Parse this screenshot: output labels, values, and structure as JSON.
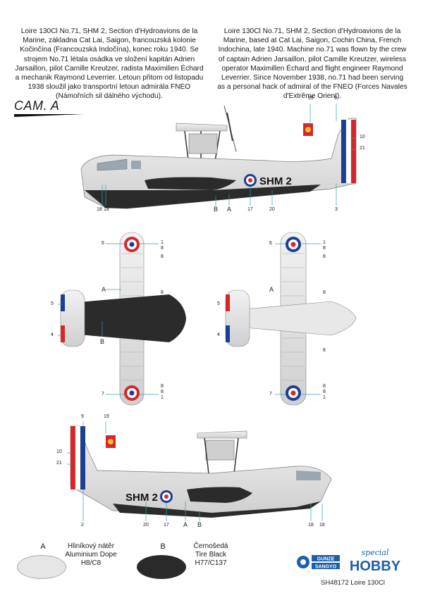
{
  "text": {
    "czech": "Loire 130Cl No.71, SHM 2, Section d'Hydroavions de la Marine, základna Cat Lai, Saigon, francouzská kolonie Kočinčína (Francouzská Indočína), konec roku 1940. Se strojem No.71 létala osádka ve složení kapitán Adrien Jarsaillon, pilot Camille Kreutzer, radista Maximilien Échard a mechanik Raymond Leverrier. Letoun přitom od listopadu 1938 sloužil jako transportní letoun admirála FNEO (Námořních sil dálného východu).",
    "english": "Loire 130Cl No.71, SHM 2, Section d'Hydroavions de la Marine, based at Cat Lai, Saigon, Cochin China, French Indochina, late 1940. Machine no.71 was flown by the crew of captain Adrien Jarsaillon, pilot Camille Kreutzer, wireless operator Maximillen Échard and flight engineer Raymond Leverrier. Since November 1938, no.71 had been serving as a personal hack of admiral of the FNEO  (Forces Navales d'Extrême Orient)."
  },
  "scheme_title": "CAM. A",
  "codes": {
    "fuselage_code": "SHM 2",
    "fuselage_code_right": "SHM 2"
  },
  "callouts": {
    "side_left_top": [
      "19",
      "9"
    ],
    "side_left_right": [
      "10",
      "21"
    ],
    "side_left_bottom": [
      "18",
      "18",
      "B",
      "A",
      "17",
      "20",
      "3"
    ],
    "top_view_left": [
      "6",
      "A",
      "5",
      "4",
      "7"
    ],
    "top_view_right": [
      "1",
      "8",
      "8",
      "8",
      "8",
      "8",
      "1"
    ],
    "top_view_b": "B",
    "bottom_view_left": [
      "6",
      "A",
      "5",
      "4",
      "7"
    ],
    "bottom_view_right": [
      "1",
      "8",
      "8",
      "8",
      "8",
      "8",
      "8",
      "1"
    ],
    "side_right_top": [
      "9",
      "19"
    ],
    "side_right_left": [
      "10",
      "21"
    ],
    "side_right_bottom": [
      "2",
      "20",
      "17",
      "A",
      "B",
      "18",
      "18"
    ]
  },
  "legend": [
    {
      "letter": "A",
      "lines": [
        "Hliníkový nátěr",
        "Aluminium Dope",
        "H8/C8"
      ],
      "color": "#e6e6e6"
    },
    {
      "letter": "B",
      "lines": [
        "Černošedá",
        "Tire Black",
        "H77/C137"
      ],
      "color": "#2a2a2a"
    }
  ],
  "logos": {
    "gunze_line1": "GUNZE",
    "gunze_line2": "SANGYO",
    "hobby_small": "special",
    "hobby_big": "HOBBY"
  },
  "footer": "SH48172 Loire 130Cl",
  "colors": {
    "aluminium": "#dcdcdc",
    "hull_black": "#2b2b2b",
    "french_blue": "#1d3f8f",
    "french_red": "#d6262b",
    "callout_line": "#2fa3b5"
  }
}
